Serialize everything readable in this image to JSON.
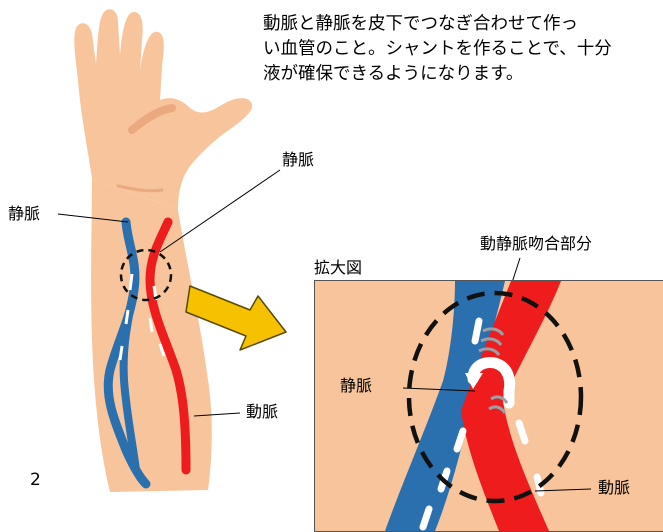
{
  "description": {
    "line1": "動脈と静脈を皮下でつなぎ合わせて作っ",
    "line2": "い血管のこと。シャントを作ることで、十分",
    "line3": "液が確保できるようになります。"
  },
  "labels": {
    "vein_left": "静脈",
    "vein_top": "静脈",
    "artery_left": "動脈",
    "anastomosis": "動静脈吻合部分",
    "enlarged_title": "拡大図",
    "vein_enlarged": "静脈",
    "artery_enlarged": "動脈",
    "page_number": "2"
  },
  "colors": {
    "skin": "#f7c49b",
    "vein": "#2a6fae",
    "artery": "#ee1c1c",
    "arrow": "#f6c200",
    "arrow_outline": "#5a4a00"
  }
}
